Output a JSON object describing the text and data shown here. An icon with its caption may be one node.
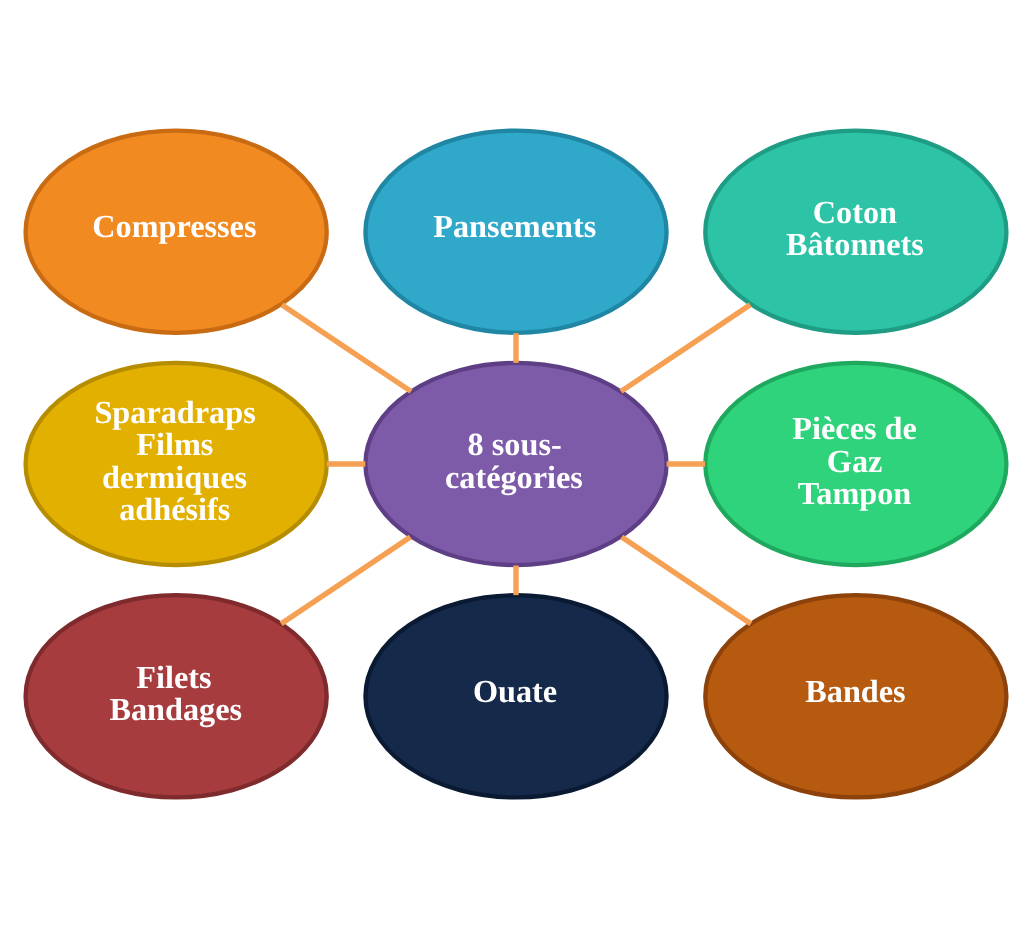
{
  "diagram": {
    "nodes": [
      {
        "text": [
          "8 sous-catégories"
        ]
      },
      {
        "text": [
          "Pansements"
        ]
      },
      {
        "text": [
          "Coton Bâtonnets"
        ]
      },
      {
        "text": [
          "Pièces de Gaz Tampon"
        ]
      },
      {
        "text": [
          "Bandes"
        ]
      },
      {
        "text": [
          "Ouate"
        ]
      },
      {
        "text": [
          "Filets Bandages"
        ]
      },
      {
        "text": [
          "Sparadraps Films dermiques adhésifs"
        ]
      },
      {
        "text": [
          "Compresses"
        ]
      }
    ],
    "edges": [
      {
        "from": 1,
        "to": 0,
        "arrow": "none"
      },
      {
        "from": 2,
        "to": 0,
        "arrow": "none"
      },
      {
        "from": 0,
        "to": 3,
        "arrow": "none"
      },
      {
        "from": 0,
        "to": 4,
        "arrow": "none"
      },
      {
        "from": 0,
        "to": 5,
        "arrow": "none"
      },
      {
        "from": 0,
        "to": 6,
        "arrow": "none"
      },
      {
        "from": 7,
        "to": 0,
        "arrow": "none"
      },
      {
        "from": 8,
        "to": 0,
        "arrow": "none"
      }
    ]
  }
}
